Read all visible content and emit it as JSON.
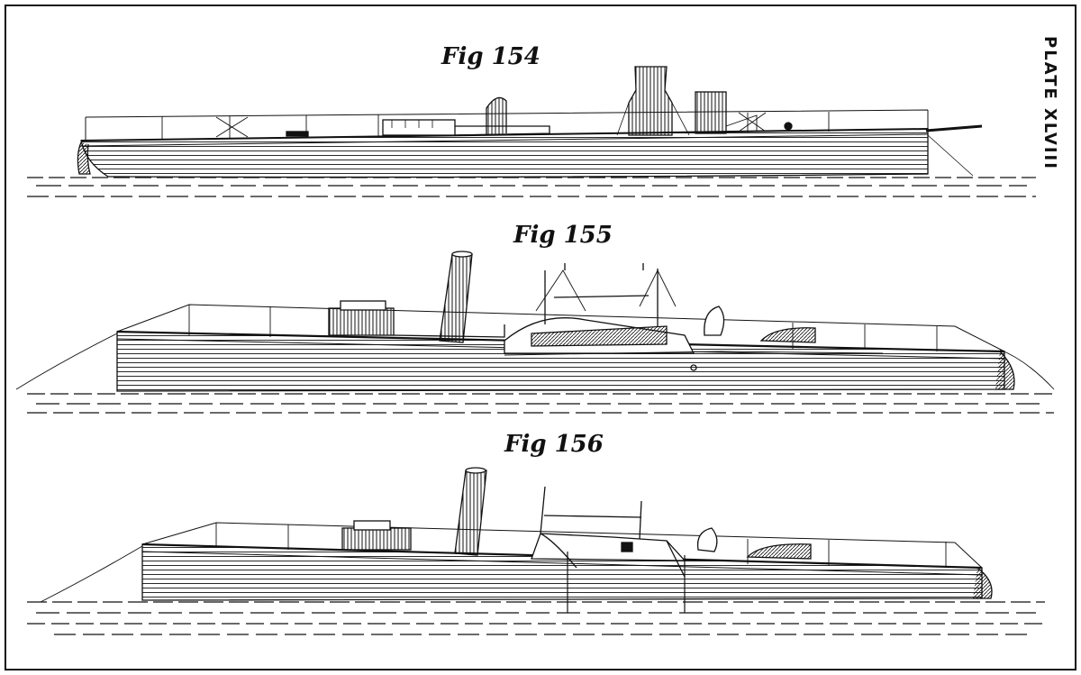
{
  "plate": {
    "title": "PLATE XLVIII"
  },
  "figures": [
    {
      "label": "Fig 154"
    },
    {
      "label": "Fig 155"
    },
    {
      "label": "Fig 156"
    }
  ],
  "colors": {
    "ink": "#111111",
    "paper": "#ffffff"
  }
}
